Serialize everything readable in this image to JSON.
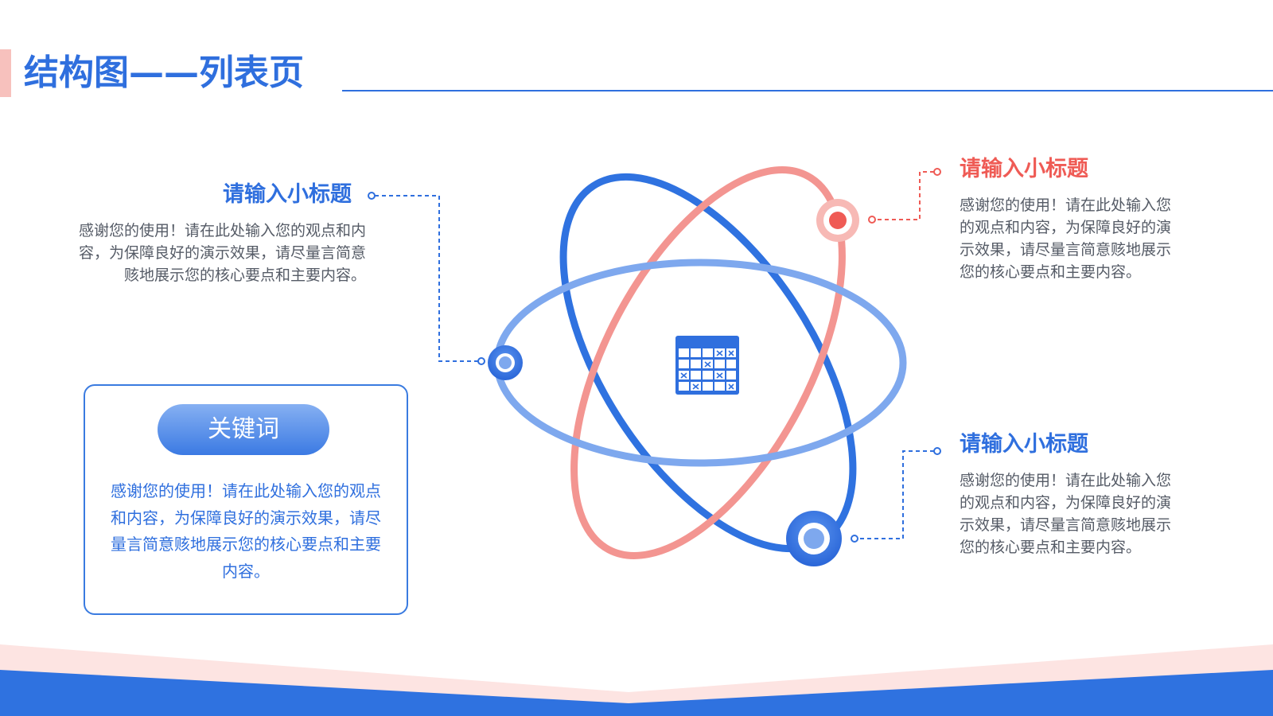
{
  "header": {
    "title": "结构图——列表页"
  },
  "left_item": {
    "subtitle": "请输入小标题",
    "description": "感谢您的使用！请在此处输入您的观点和内容，为保障良好的演示效果，请尽量言简意赅地展示您的核心要点和主要内容。"
  },
  "keyword_card": {
    "label": "关键词",
    "description": "感谢您的使用！请在此处输入您的观点和内容，为保障良好的演示效果，请尽量言简意赅地展示您的核心要点和主要内容。"
  },
  "right_top_item": {
    "subtitle": "请输入小标题",
    "description": "感谢您的使用！请在此处输入您的观点和内容，为保障良好的演示效果，请尽量言简意赅地展示您的核心要点和主要内容。"
  },
  "right_bottom_item": {
    "subtitle": "请输入小标题",
    "description": "感谢您的使用！请在此处输入您的观点和内容，为保障良好的演示效果，请尽量言简意赅地展示您的核心要点和主要内容。"
  },
  "center_icon": "table-grid-icon",
  "colors": {
    "primary_blue": "#2f6fde",
    "light_blue": "#7ea8ee",
    "coral": "#f39591",
    "coral_text": "#ef5b55",
    "pink_accent": "#f7c1bd"
  }
}
